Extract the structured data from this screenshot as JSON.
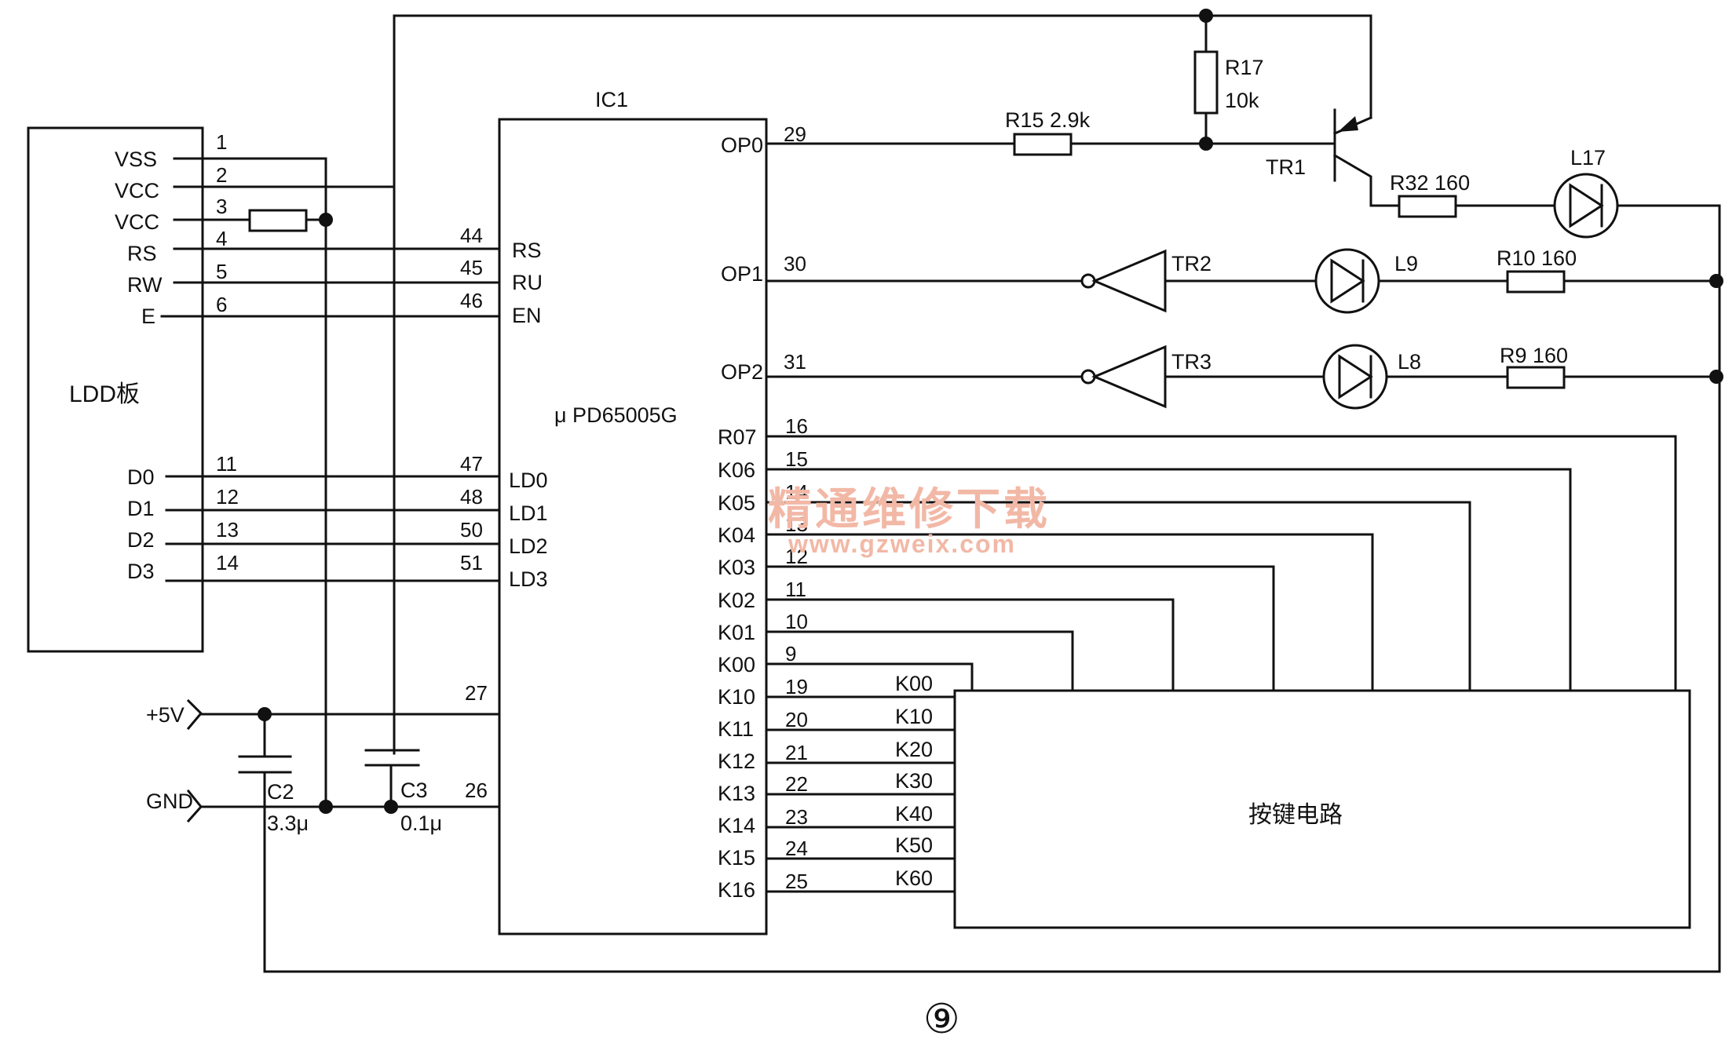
{
  "lcd_board": {
    "title": "LDD板",
    "pins": [
      {
        "label": "VSS",
        "num": "1"
      },
      {
        "label": "VCC",
        "num": "2"
      },
      {
        "label": "VCC",
        "num": "3"
      },
      {
        "label": "RS",
        "num": "4"
      },
      {
        "label": "RW",
        "num": "5"
      },
      {
        "label": "E",
        "num": "6"
      },
      {
        "label": "D0",
        "num": "11"
      },
      {
        "label": "D1",
        "num": "12"
      },
      {
        "label": "D2",
        "num": "13"
      },
      {
        "label": "D3",
        "num": "14"
      }
    ]
  },
  "ic": {
    "ref": "IC1",
    "part": "μ PD65005G",
    "left_pins": [
      {
        "num": "44",
        "name": "RS"
      },
      {
        "num": "45",
        "name": "RU"
      },
      {
        "num": "46",
        "name": "EN"
      },
      {
        "num": "47",
        "name": "LD0"
      },
      {
        "num": "48",
        "name": "LD1"
      },
      {
        "num": "50",
        "name": "LD2"
      },
      {
        "num": "51",
        "name": "LD3"
      },
      {
        "num": "27",
        "name": ""
      },
      {
        "num": "26",
        "name": ""
      }
    ],
    "right_pins": [
      {
        "name": "OP0",
        "num": "29"
      },
      {
        "name": "OP1",
        "num": "30"
      },
      {
        "name": "OP2",
        "num": "31"
      },
      {
        "name": "R07",
        "num": "16"
      },
      {
        "name": "K06",
        "num": "15"
      },
      {
        "name": "K05",
        "num": "14"
      },
      {
        "name": "K04",
        "num": "13"
      },
      {
        "name": "K03",
        "num": "12"
      },
      {
        "name": "K02",
        "num": "11"
      },
      {
        "name": "K01",
        "num": "10"
      },
      {
        "name": "K00",
        "num": "9"
      },
      {
        "name": "K10",
        "num": "19"
      },
      {
        "name": "K11",
        "num": "20"
      },
      {
        "name": "K12",
        "num": "21"
      },
      {
        "name": "K13",
        "num": "22"
      },
      {
        "name": "K14",
        "num": "23"
      },
      {
        "name": "K15",
        "num": "24"
      },
      {
        "name": "K16",
        "num": "25"
      }
    ]
  },
  "key_circuit": {
    "title": "按键电路",
    "inputs": [
      "K00",
      "K10",
      "K20",
      "K30",
      "K40",
      "K50",
      "K60"
    ]
  },
  "components": {
    "r17_ref": "R17",
    "r17_val": "10k",
    "r15": "R15  2.9k",
    "tr1": "TR1",
    "r32": "R32  160",
    "l17": "L17",
    "tr2": "TR2",
    "l9": "L9",
    "r10": "R10  160",
    "tr3": "TR3",
    "l8": "L8",
    "r9": "R9  160",
    "c2_ref": "C2",
    "c2_val": "3.3μ",
    "c3_ref": "C3",
    "c3_val": "0.1μ"
  },
  "power": {
    "plus5v": "+5V",
    "gnd": "GND"
  },
  "watermark": {
    "cn": "精通维修下载",
    "url": "www.gzweix.com"
  },
  "figure_number": "⑨"
}
